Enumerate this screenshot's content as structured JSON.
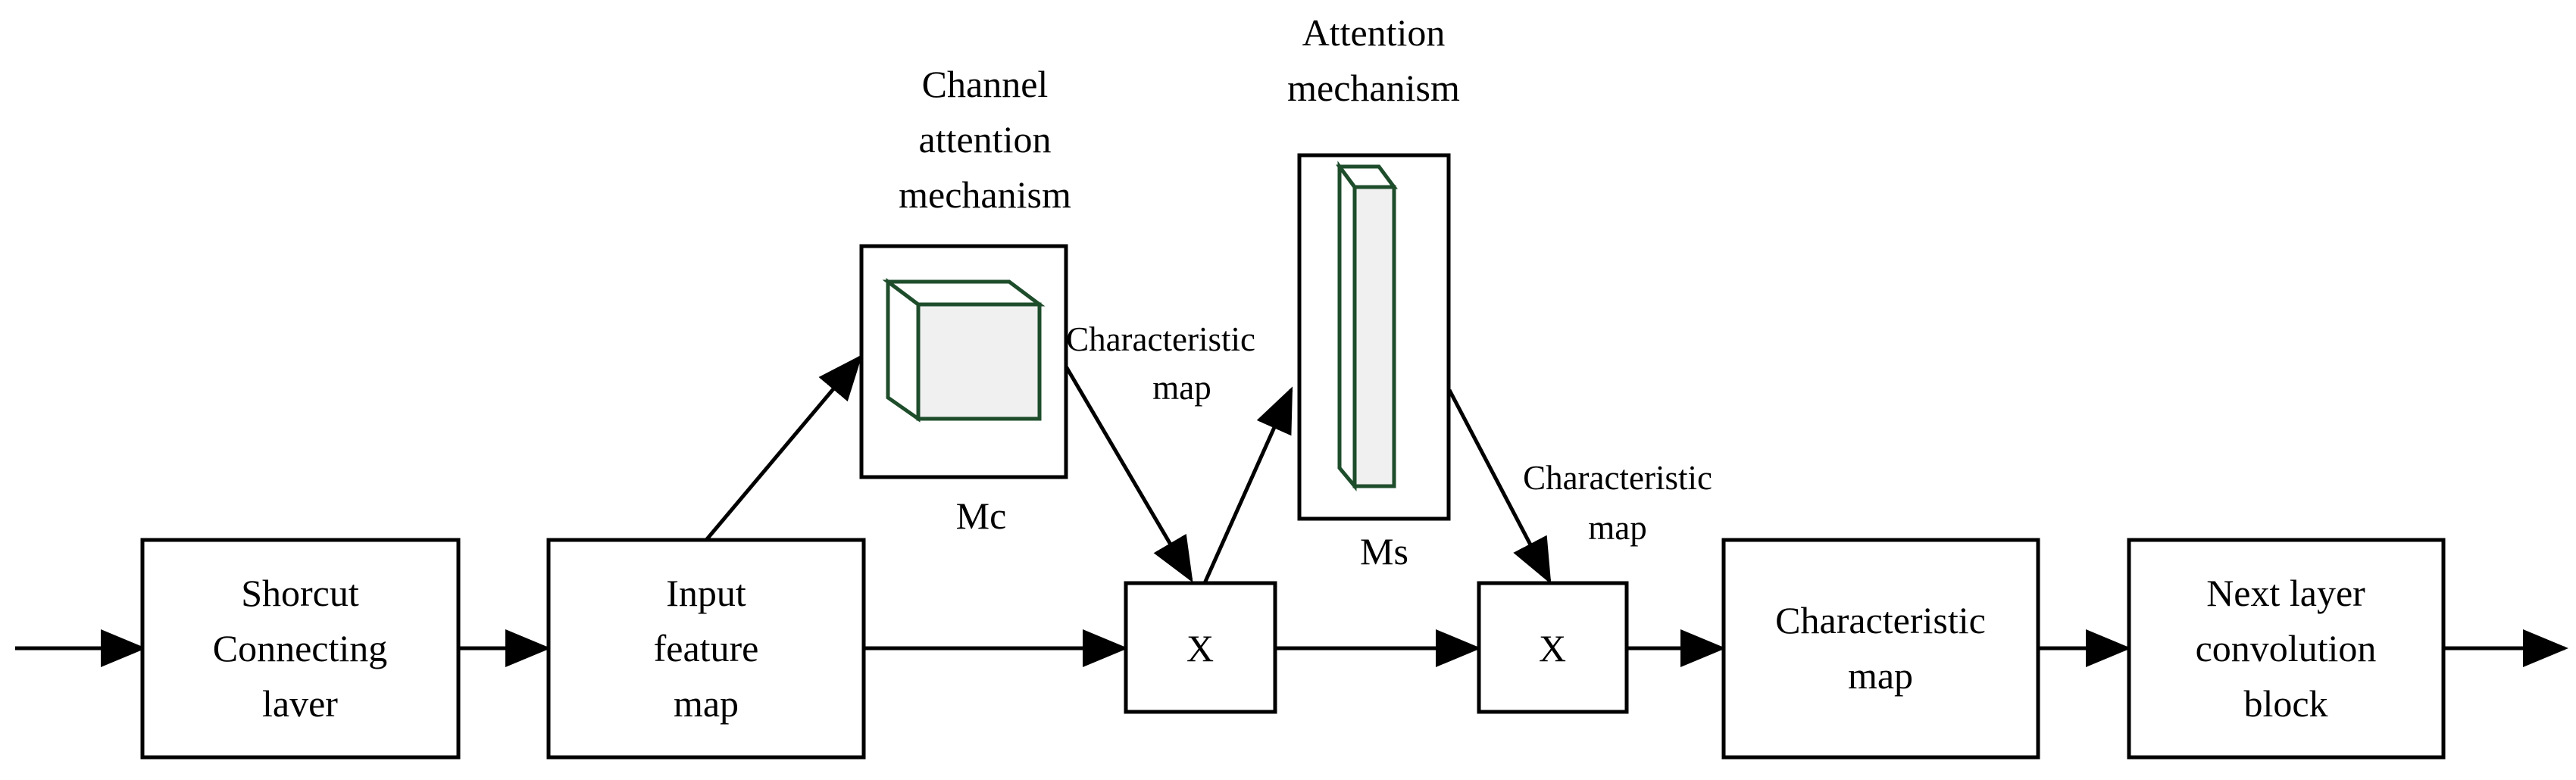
{
  "colors": {
    "line": "#000000",
    "box_fill": "#ffffff",
    "cube_stroke": "#1e4d2b",
    "cube_front": "#f0f0f0",
    "cube_side": "#ffffff"
  },
  "nodes": {
    "shortcut": [
      "Shorcut",
      "Connecting",
      "laver"
    ],
    "input_feature_map": [
      "Input",
      "feature",
      "map"
    ],
    "multiply_1": "X",
    "multiply_2": "X",
    "characteristic_map": [
      "Characteristic",
      "map"
    ],
    "next_layer": [
      "Next layer",
      "convolution",
      "block"
    ]
  },
  "channel_attention": {
    "title": [
      "Channel",
      "attention",
      "mechanism"
    ],
    "symbol": "Mc",
    "icon": "cube-icon"
  },
  "spatial_attention": {
    "title": [
      "Attention",
      "mechanism"
    ],
    "symbol": "Ms",
    "icon": "slab-icon"
  },
  "edge_labels": {
    "after_channel": [
      "Characteristic",
      "map"
    ],
    "after_spatial": [
      "Characteristic",
      "map"
    ]
  }
}
